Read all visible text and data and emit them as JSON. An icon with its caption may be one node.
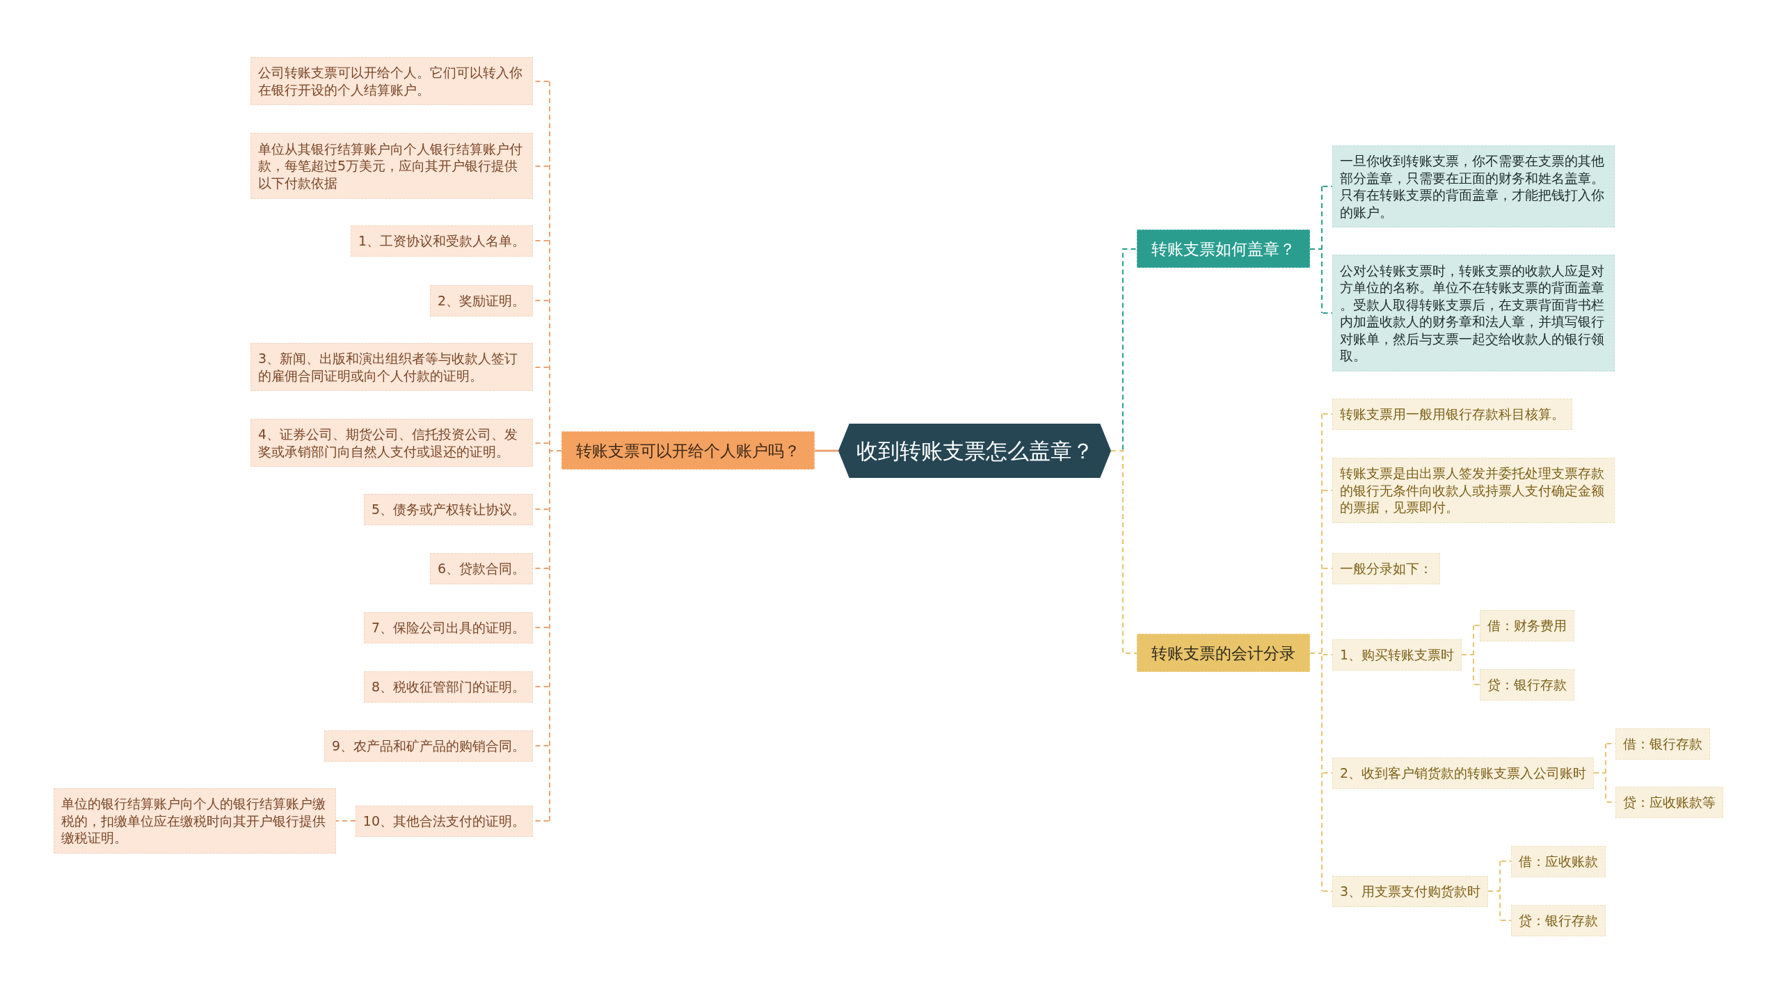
{
  "diagram": {
    "nodes": [
      {
        "text": [
          "收到转账支票怎么盖章？"
        ]
      },
      {
        "text": [
          "转账支票可以开给个人账户吗？"
        ]
      },
      {
        "text": [
          "公司转账支票可以开给个人。它们可以转入你在银行开设的个人结算账户。"
        ]
      },
      {
        "text": [
          "单位从其银行结算账户向个人银行结算账户付款，每笔超过5万美元，应向其开户银行提供以下付款依据"
        ]
      },
      {
        "text": [
          "1、工资协议和受款人名单。"
        ]
      },
      {
        "text": [
          "2、奖励证明。"
        ]
      },
      {
        "text": [
          "3、新闻、出版和演出组织者等与收款人签订的雇佣合同证明或向个人付款的证明。"
        ]
      },
      {
        "text": [
          "4、证券公司、期货公司、信托投资公司、发奖或承销部门向自然人支付或退还的证明。"
        ]
      },
      {
        "text": [
          "5、债务或产权转让协议。"
        ]
      },
      {
        "text": [
          "6、贷款合同。"
        ]
      },
      {
        "text": [
          "7、保险公司出具的证明。"
        ]
      },
      {
        "text": [
          "8、税收征管部门的证明。"
        ]
      },
      {
        "text": [
          "9、农产品和矿产品的购销合同。"
        ]
      },
      {
        "text": [
          "10、其他合法支付的证明。"
        ]
      },
      {
        "text": [
          "单位的银行结算账户向个人的银行结算账户缴税的，扣缴单位应在缴税时向其开户银行提供缴税证明。"
        ]
      },
      {
        "text": [
          "转账支票如何盖章？"
        ]
      },
      {
        "text": [
          "一旦你收到转账支票，你不需要在支票的其他部分盖章，只需要在正面的财务和姓名盖章。只有在转账支票的背面盖章，才能把钱打入你的账户。"
        ]
      },
      {
        "text": [
          "公对公转账支票时，转账支票的收款人应是对方单位的名称。单位不在转账支票的背面盖章。受款人取得转账支票后，在支票背面背书栏内加盖收款人的财务章和法人章，并填写银行对账单，然后与支票一起交给收款人的银行领取。"
        ]
      },
      {
        "text": [
          "转账支票的会计分录"
        ]
      },
      {
        "text": [
          "转账支票用一般用银行存款科目核算。"
        ]
      },
      {
        "text": [
          "转账支票是由出票人签发并委托处理支票存款的银行无条件向收款人或持票人支付确定金额的票据，见票即付。"
        ]
      },
      {
        "text": [
          "一般分录如下："
        ]
      },
      {
        "text": [
          "1、购买转账支票时"
        ]
      },
      {
        "text": [
          "借：财务费用"
        ]
      },
      {
        "text": [
          "贷：银行存款"
        ]
      },
      {
        "text": [
          "2、收到客户销货款的转账支票入公司账时"
        ]
      },
      {
        "text": [
          "借：银行存款"
        ]
      },
      {
        "text": [
          "贷：应收账款等"
        ]
      },
      {
        "text": [
          "3、用支票支付购货款时"
        ]
      },
      {
        "text": [
          "借：应收账款"
        ]
      },
      {
        "text": [
          "贷：银行存款"
        ]
      }
    ],
    "edges": [
      {
        "from": 0,
        "to": 1,
        "arrow": "none"
      },
      {
        "from": 1,
        "to": 2,
        "arrow": "none",
        "style": "dashed"
      },
      {
        "from": 1,
        "to": 3,
        "arrow": "none",
        "style": "dashed"
      },
      {
        "from": 1,
        "to": 4,
        "arrow": "none",
        "style": "dashed"
      },
      {
        "from": 1,
        "to": 5,
        "arrow": "none",
        "style": "dashed"
      },
      {
        "from": 1,
        "to": 6,
        "arrow": "none",
        "style": "dashed"
      },
      {
        "from": 1,
        "to": 7,
        "arrow": "none",
        "style": "dashed"
      },
      {
        "from": 1,
        "to": 8,
        "arrow": "none",
        "style": "dashed"
      },
      {
        "from": 1,
        "to": 9,
        "arrow": "none",
        "style": "dashed"
      },
      {
        "from": 1,
        "to": 10,
        "arrow": "none",
        "style": "dashed"
      },
      {
        "from": 1,
        "to": 11,
        "arrow": "none",
        "style": "dashed"
      },
      {
        "from": 1,
        "to": 12,
        "arrow": "none",
        "style": "dashed"
      },
      {
        "from": 1,
        "to": 13,
        "arrow": "none",
        "style": "dashed"
      },
      {
        "from": 13,
        "to": 14,
        "arrow": "none",
        "style": "dashed"
      },
      {
        "from": 0,
        "to": 15,
        "arrow": "none",
        "style": "dashed",
        "color": "#2a9d8f"
      },
      {
        "from": 15,
        "to": 16,
        "arrow": "none",
        "style": "dashed",
        "color": "#2a9d8f"
      },
      {
        "from": 15,
        "to": 17,
        "arrow": "none",
        "style": "dashed",
        "color": "#2a9d8f"
      },
      {
        "from": 0,
        "to": 18,
        "arrow": "none",
        "style": "dashed",
        "color": "#e6c46e"
      },
      {
        "from": 18,
        "to": 19,
        "arrow": "none",
        "style": "dashed",
        "color": "#e6c46e"
      },
      {
        "from": 18,
        "to": 20,
        "arrow": "none",
        "style": "dashed",
        "color": "#e6c46e"
      },
      {
        "from": 18,
        "to": 21,
        "arrow": "none",
        "style": "dashed",
        "color": "#e6c46e"
      },
      {
        "from": 18,
        "to": 22,
        "arrow": "none",
        "style": "dashed",
        "color": "#e6c46e"
      },
      {
        "from": 18,
        "to": 25,
        "arrow": "none",
        "style": "dashed",
        "color": "#e6c46e"
      },
      {
        "from": 18,
        "to": 28,
        "arrow": "none",
        "style": "dashed",
        "color": "#e6c46e"
      },
      {
        "from": 22,
        "to": 23,
        "arrow": "none",
        "style": "dashed",
        "color": "#e6c46e"
      },
      {
        "from": 22,
        "to": 24,
        "arrow": "none",
        "style": "dashed",
        "color": "#e6c46e"
      },
      {
        "from": 25,
        "to": 26,
        "arrow": "none",
        "style": "dashed",
        "color": "#e6c46e"
      },
      {
        "from": 25,
        "to": 27,
        "arrow": "none",
        "style": "dashed",
        "color": "#e6c46e"
      },
      {
        "from": 28,
        "to": 29,
        "arrow": "none",
        "style": "dashed",
        "color": "#e6c46e"
      },
      {
        "from": 28,
        "to": 30,
        "arrow": "none",
        "style": "dashed",
        "color": "#e6c46e"
      }
    ]
  }
}
